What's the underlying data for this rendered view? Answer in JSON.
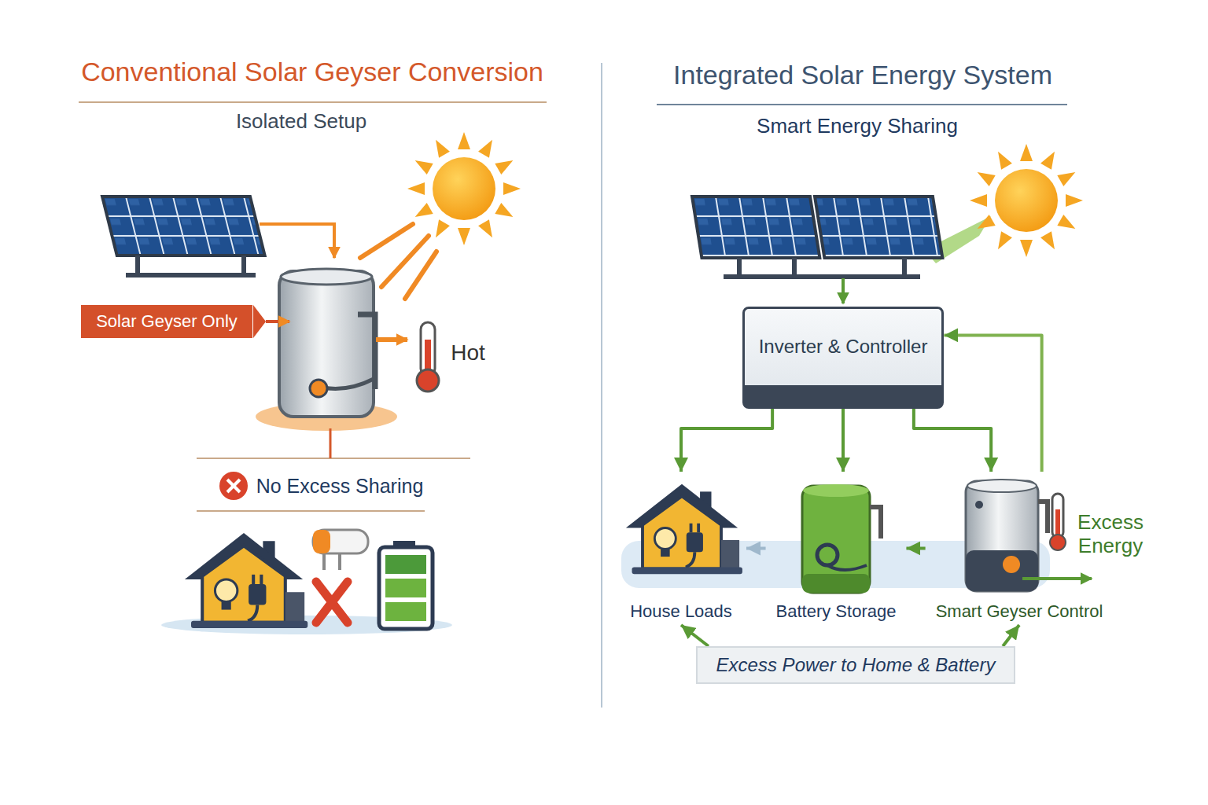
{
  "diagram": {
    "nodes": [
      {
        "text": [
          "Solar Geyser Only"
        ]
      },
      {
        "text": [
          "Inverter & Controller"
        ]
      },
      {
        "text": [
          "House Loads"
        ]
      },
      {
        "text": [
          "Battery Storage"
        ]
      },
      {
        "text": [
          "Smart Geyser Control"
        ]
      },
      {
        "text": [
          "Excess Power to Home & Battery"
        ]
      }
    ],
    "edges": [
      {
        "from": 1,
        "to": 2,
        "arrow": "to"
      },
      {
        "from": 1,
        "to": 3,
        "arrow": "to"
      },
      {
        "from": 1,
        "to": 4,
        "arrow": "to"
      },
      {
        "from": 4,
        "to": 1,
        "arrow": "to"
      },
      {
        "from": 4,
        "to": 3,
        "arrow": "to"
      },
      {
        "from": 3,
        "to": 2,
        "arrow": "to"
      },
      {
        "from": 5,
        "to": 2,
        "arrow": "to"
      },
      {
        "from": 5,
        "to": 4,
        "arrow": "to"
      }
    ],
    "labels": [
      "Conventional Solar Geyser Conversion",
      "Isolated Setup",
      "Hot",
      "No Excess Sharing",
      "Integrated Solar Energy System",
      "Smart Energy Sharing",
      "Excess Energy"
    ]
  }
}
